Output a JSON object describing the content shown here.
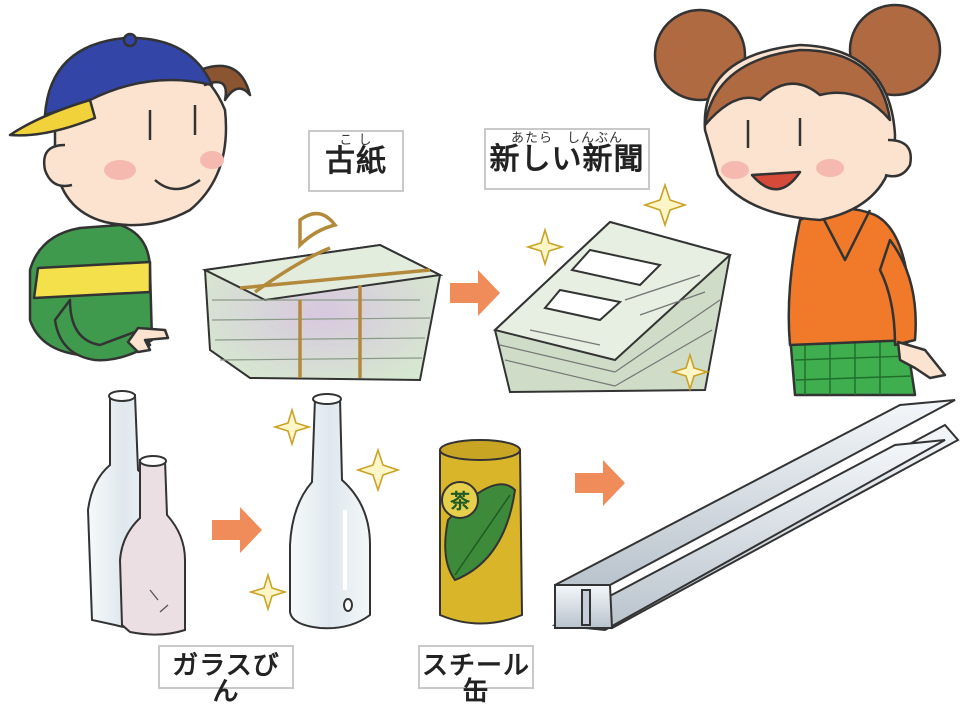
{
  "labels": {
    "used_paper": {
      "ruby": "こ し",
      "text": "古紙"
    },
    "new_newspaper": {
      "ruby": "あたら　しんぶん",
      "text": "新しい新聞"
    },
    "glass_bottle": {
      "text": "ガラスびん"
    },
    "steel_can": {
      "text": "スチール缶"
    }
  },
  "can_label": {
    "text": "茶"
  },
  "colors": {
    "outline": "#333333",
    "arrow": "#f08c5a",
    "sparkle": "#e8c84a",
    "cap": "#3346a8",
    "cap_brim": "#f2d23a",
    "boy_shirt": "#3f9a4e",
    "boy_stripe": "#f4e04a",
    "girl_shirt": "#f07a2a",
    "girl_hair": "#b06a42",
    "girl_skirt": "#3fae4e",
    "skin": "#fbe3d0",
    "paper": "#dcead6",
    "newspaper": "#cfdcc8",
    "glass": "#e8eef3",
    "can": "#d9b52a",
    "steel": "#d7dde3"
  }
}
